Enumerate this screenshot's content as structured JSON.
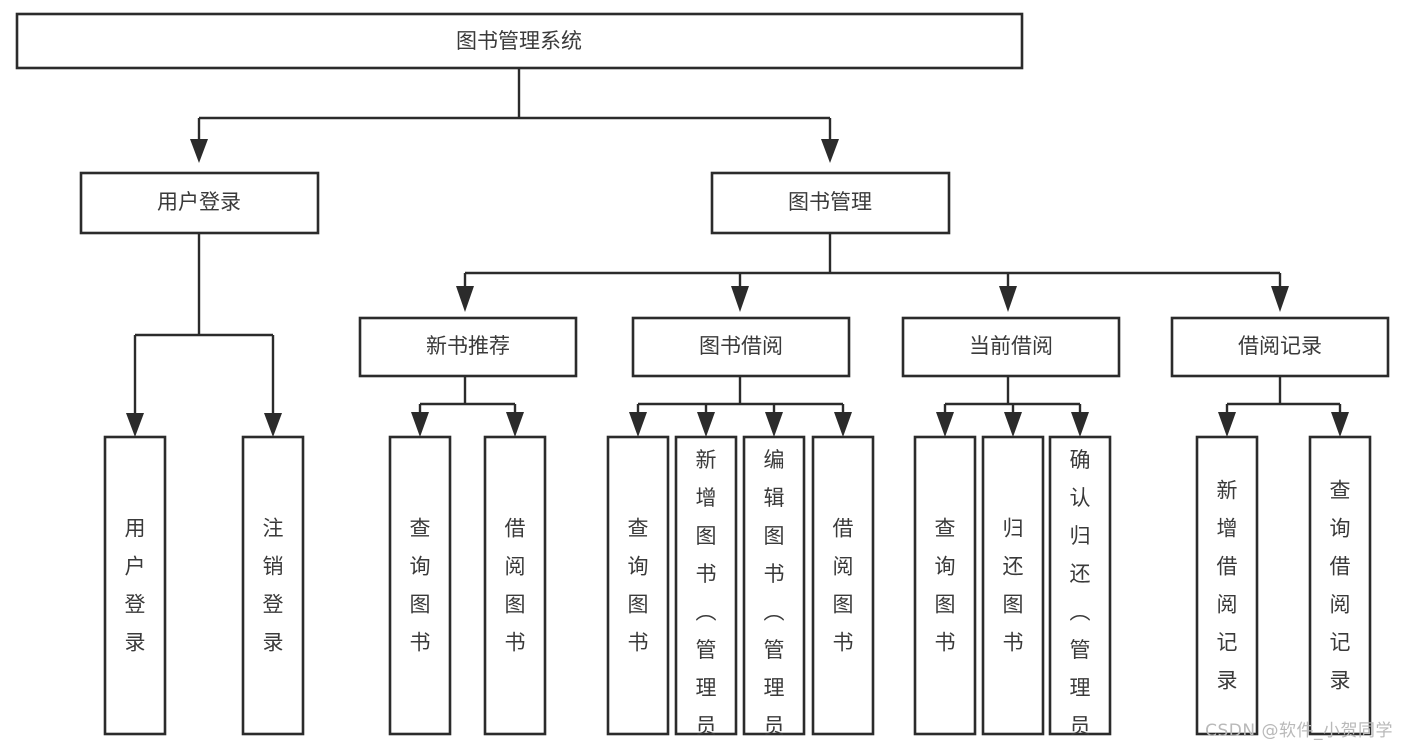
{
  "diagram": {
    "title": "图书管理系统",
    "type": "tree-hierarchy-chart",
    "watermark": "CSDN @软件_小贺同学",
    "colors": {
      "background": "#ffffff",
      "box_fill": "#ffffff",
      "box_stroke": "#2b2b2b",
      "text": "#3a3a3a",
      "watermark": "#b9b9b9"
    },
    "nodes": {
      "root": {
        "label": "图书管理系统"
      },
      "level2": [
        {
          "id": "user-login",
          "label": "用户登录"
        },
        {
          "id": "book-manage",
          "label": "图书管理"
        }
      ],
      "level3": [
        {
          "id": "new-book-recommend",
          "label": "新书推荐"
        },
        {
          "id": "book-borrow",
          "label": "图书借阅"
        },
        {
          "id": "current-borrow",
          "label": "当前借阅"
        },
        {
          "id": "borrow-record",
          "label": "借阅记录"
        }
      ],
      "leaves": {
        "user_login": [
          {
            "id": "leaf-user-login",
            "label": "用户登录"
          },
          {
            "id": "leaf-logout-login",
            "label": "注销登录"
          }
        ],
        "new_book_recommend": [
          {
            "id": "leaf-query-book-1",
            "label": "查询图书"
          },
          {
            "id": "leaf-borrow-book-1",
            "label": "借阅图书"
          }
        ],
        "book_borrow": [
          {
            "id": "leaf-query-book-2",
            "label": "查询图书"
          },
          {
            "id": "leaf-add-book",
            "label": "新增图书（管理员）"
          },
          {
            "id": "leaf-edit-book",
            "label": "编辑图书（管理员）"
          },
          {
            "id": "leaf-borrow-book-2",
            "label": "借阅图书"
          }
        ],
        "current_borrow": [
          {
            "id": "leaf-query-book-3",
            "label": "查询图书"
          },
          {
            "id": "leaf-return-book",
            "label": "归还图书"
          },
          {
            "id": "leaf-confirm-return",
            "label": "确认归还（管理员）"
          }
        ],
        "borrow_record": [
          {
            "id": "leaf-add-borrow-record",
            "label": "新增借阅记录"
          },
          {
            "id": "leaf-query-borrow-record",
            "label": "查询借阅记录"
          }
        ]
      }
    }
  }
}
